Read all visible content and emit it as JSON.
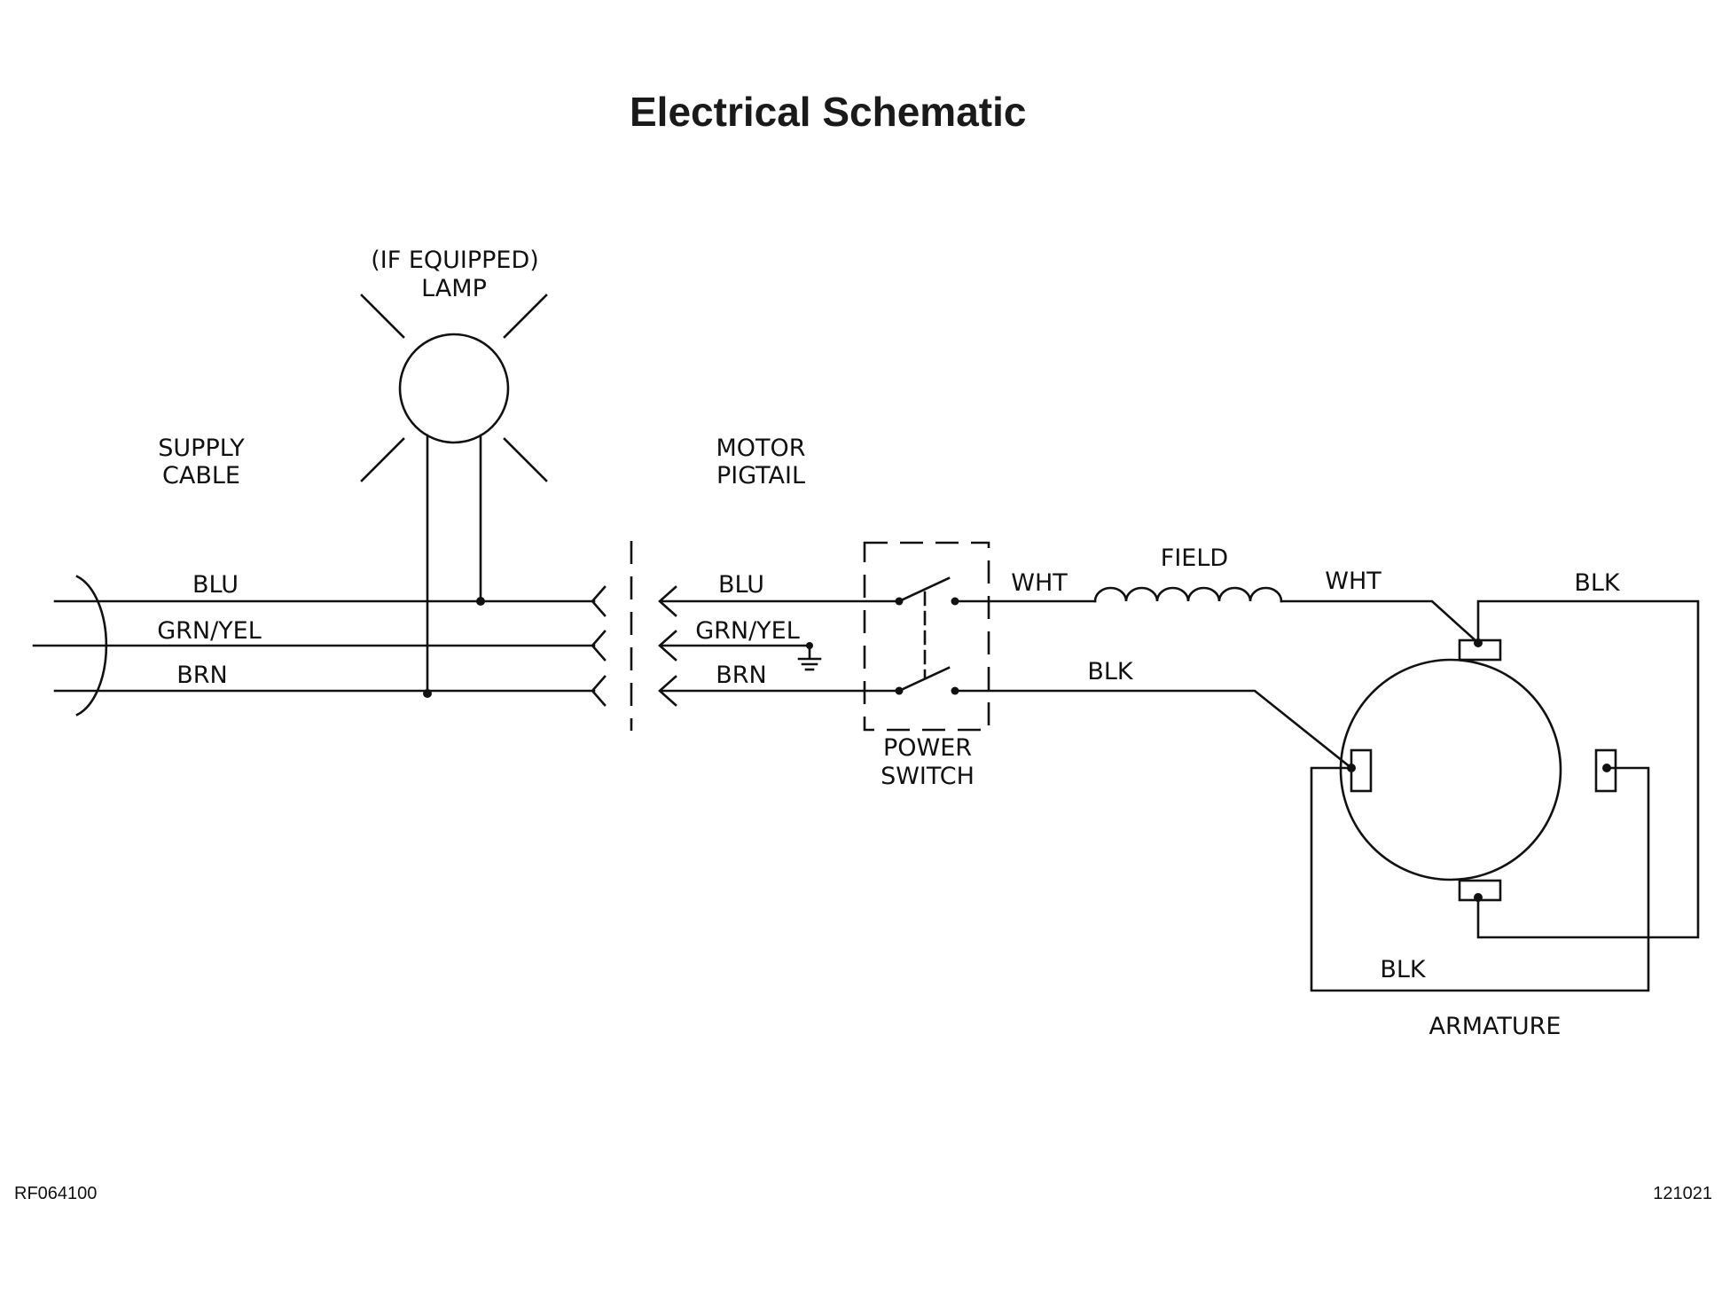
{
  "title": "Electrical Schematic",
  "lamp": {
    "note": "(IF  EQUIPPED)",
    "label": "LAMP"
  },
  "supply_cable": {
    "line1": "SUPPLY",
    "line2": "CABLE",
    "wires": [
      "BLU",
      "GRN/YEL",
      "BRN"
    ]
  },
  "motor_pigtail": {
    "line1": "MOTOR",
    "line2": "PIGTAIL",
    "wires": [
      "BLU",
      "GRN/YEL",
      "BRN"
    ]
  },
  "power_switch": {
    "line1": "POWER",
    "line2": "SWITCH"
  },
  "field": {
    "label": "FIELD",
    "wire_in": "WHT",
    "wire_out": "WHT"
  },
  "motor_wires": {
    "blk_lower": "BLK",
    "blk_right": "BLK",
    "blk_bottom": "BLK"
  },
  "armature": {
    "label": "ARMATURE"
  },
  "footer": {
    "drawing_number": "RF064100",
    "revision_code": "121021"
  }
}
